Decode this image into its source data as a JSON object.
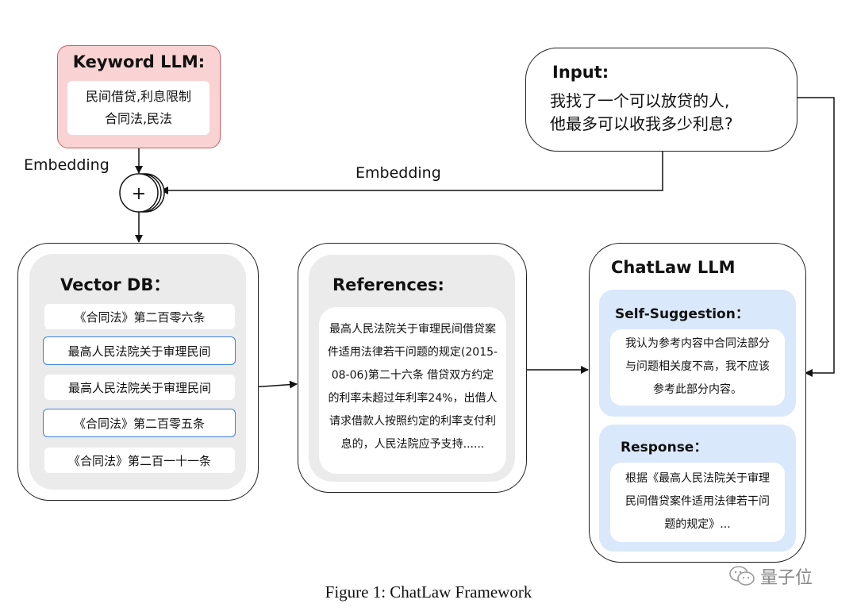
{
  "keyword_llm": {
    "title": "Keyword LLM:",
    "lines": [
      "民间借贷,利息限制",
      "合同法,民法"
    ]
  },
  "input": {
    "title": "Input:",
    "lines": [
      "我找了一个可以放贷的人,",
      "他最多可以收我多少利息?"
    ]
  },
  "embedding_left": "Embedding",
  "embedding_top": "Embedding",
  "merge_symbol": "+",
  "vector_db": {
    "title": "Vector DB：",
    "items": [
      "《合同法》第二百零六条",
      "最高人民法院关于审理民间",
      "最高人民法院关于审理民间",
      "《合同法》第二百零五条",
      "《合同法》第二百一十一条"
    ]
  },
  "references": {
    "title": "References:",
    "lines": [
      "最高人民法院关于审理民间借贷案",
      "件适用法律若干问题的规定(2015-",
      "08-06)第二十六条 借贷双方约定",
      "的利率未超过年利率24%，出借人",
      "请求借款人按照约定的利率支付利",
      "息的，人民法院应予支持......"
    ]
  },
  "chatlaw": {
    "title": "ChatLaw LLM",
    "self_suggestion": {
      "title": "Self-Suggestion：",
      "lines": [
        "我认为参考内容中合同法部分",
        "与问题相关度不高，我不应该",
        "参考此部分内容。"
      ]
    },
    "response": {
      "title": "Response：",
      "lines": [
        "根据《最高人民法院关于审理",
        "民间借贷案件适用法律若干问",
        "题的规定》..."
      ]
    }
  },
  "caption": "Figure 1: ChatLaw Framework",
  "watermark": "量子位",
  "colors": {
    "keyword_fill": "#f9d3d3",
    "keyword_border": "#cc5b5b",
    "panel_gray": "#ebebeb",
    "panel_blue": "#dae8fb",
    "highlight_border": "#3b82d6"
  }
}
